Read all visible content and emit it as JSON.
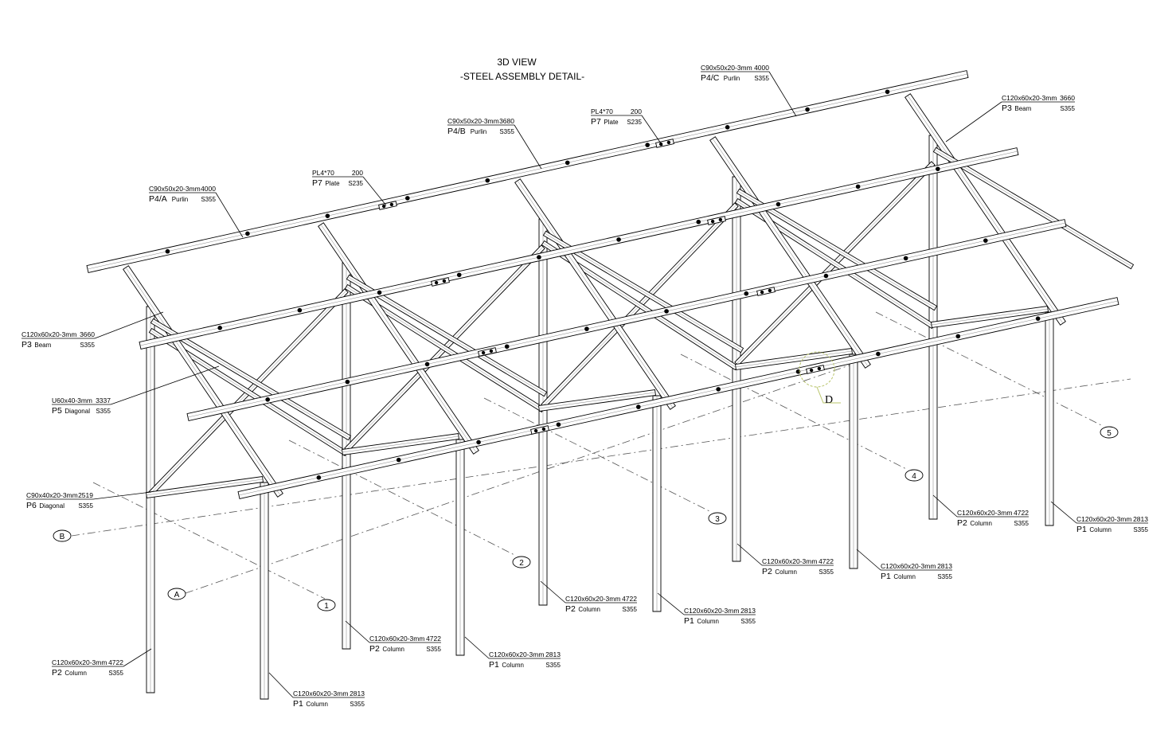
{
  "title": {
    "line1": "3D VIEW",
    "line2": "-STEEL ASSEMBLY DETAIL-"
  },
  "detail_marker": "D",
  "grid_labels": {
    "axis_a": "A",
    "axis_b": "B",
    "axis_1": "1",
    "axis_2": "2",
    "axis_3": "3",
    "axis_4": "4",
    "axis_5": "5"
  },
  "callouts": [
    {
      "section": "C90x50x20-3mm",
      "length": "4000",
      "mark": "P4/A",
      "type": "Purlin",
      "grade": "S355"
    },
    {
      "section": "PL4*70",
      "length": "200",
      "mark": "P7",
      "type": "Plate",
      "grade": "S235"
    },
    {
      "section": "C90x50x20-3mm",
      "length": "3680",
      "mark": "P4/B",
      "type": "Purlin",
      "grade": "S355"
    },
    {
      "section": "PL4*70",
      "length": "200",
      "mark": "P7",
      "type": "Plate",
      "grade": "S235"
    },
    {
      "section": "C90x50x20-3mm",
      "length": "4000",
      "mark": "P4/C",
      "type": "Purlin",
      "grade": "S355"
    },
    {
      "section": "C120x60x20-3mm",
      "length": "3660",
      "mark": "P3",
      "type": "Beam",
      "grade": "S355"
    },
    {
      "section": "C120x60x20-3mm",
      "length": "3660",
      "mark": "P3",
      "type": "Beam",
      "grade": "S355"
    },
    {
      "section": "U60x40-3mm",
      "length": "3337",
      "mark": "P5",
      "type": "Diagonal",
      "grade": "S355"
    },
    {
      "section": "C90x40x20-3mm",
      "length": "2519",
      "mark": "P6",
      "type": "Diagonal",
      "grade": "S355"
    },
    {
      "section": "C120x60x20-3mm",
      "length": "4722",
      "mark": "P2",
      "type": "Column",
      "grade": "S355"
    },
    {
      "section": "C120x60x20-3mm",
      "length": "2813",
      "mark": "P1",
      "type": "Column",
      "grade": "S355"
    },
    {
      "section": "C120x60x20-3mm",
      "length": "4722",
      "mark": "P2",
      "type": "Column",
      "grade": "S355"
    },
    {
      "section": "C120x60x20-3mm",
      "length": "2813",
      "mark": "P1",
      "type": "Column",
      "grade": "S355"
    },
    {
      "section": "C120x60x20-3mm",
      "length": "4722",
      "mark": "P2",
      "type": "Column",
      "grade": "S355"
    },
    {
      "section": "C120x60x20-3mm",
      "length": "2813",
      "mark": "P1",
      "type": "Column",
      "grade": "S355"
    },
    {
      "section": "C120x60x20-3mm",
      "length": "4722",
      "mark": "P2",
      "type": "Column",
      "grade": "S355"
    },
    {
      "section": "C120x60x20-3mm",
      "length": "2813",
      "mark": "P1",
      "type": "Column",
      "grade": "S355"
    },
    {
      "section": "C120x60x20-3mm",
      "length": "4722",
      "mark": "P2",
      "type": "Column",
      "grade": "S355"
    },
    {
      "section": "C120x60x20-3mm",
      "length": "2813",
      "mark": "P1",
      "type": "Column",
      "grade": "S355"
    }
  ]
}
